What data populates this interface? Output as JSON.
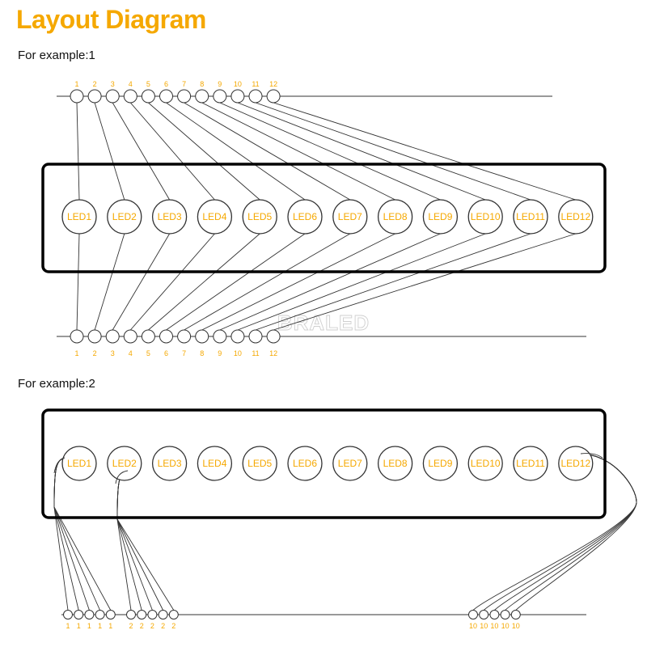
{
  "title": "Layout Diagram",
  "watermark": "BRALED",
  "colors": {
    "accent": "#F5A800",
    "line": "#333333",
    "frame": "#000000"
  },
  "example1": {
    "label": "For example:1",
    "top_pins": [
      "1",
      "2",
      "3",
      "4",
      "5",
      "6",
      "7",
      "8",
      "9",
      "10",
      "11",
      "12"
    ],
    "bottom_pins": [
      "1",
      "2",
      "3",
      "4",
      "5",
      "6",
      "7",
      "8",
      "9",
      "10",
      "11",
      "12"
    ],
    "leds": [
      "LED1",
      "LED2",
      "LED3",
      "LED4",
      "LED5",
      "LED6",
      "LED7",
      "LED8",
      "LED9",
      "LED10",
      "LED11",
      "LED12"
    ]
  },
  "example2": {
    "label": "For example:2",
    "leds": [
      "LED1",
      "LED2",
      "LED3",
      "LED4",
      "LED5",
      "LED6",
      "LED7",
      "LED8",
      "LED9",
      "LED10",
      "LED11",
      "LED12"
    ],
    "pin_groups": [
      {
        "led": 1,
        "pins": [
          "1",
          "1",
          "1",
          "1",
          "1"
        ]
      },
      {
        "led": 2,
        "pins": [
          "2",
          "2",
          "2",
          "2",
          "2"
        ]
      },
      {
        "led": 12,
        "pins": [
          "10",
          "10",
          "10",
          "10",
          "10"
        ]
      }
    ]
  }
}
